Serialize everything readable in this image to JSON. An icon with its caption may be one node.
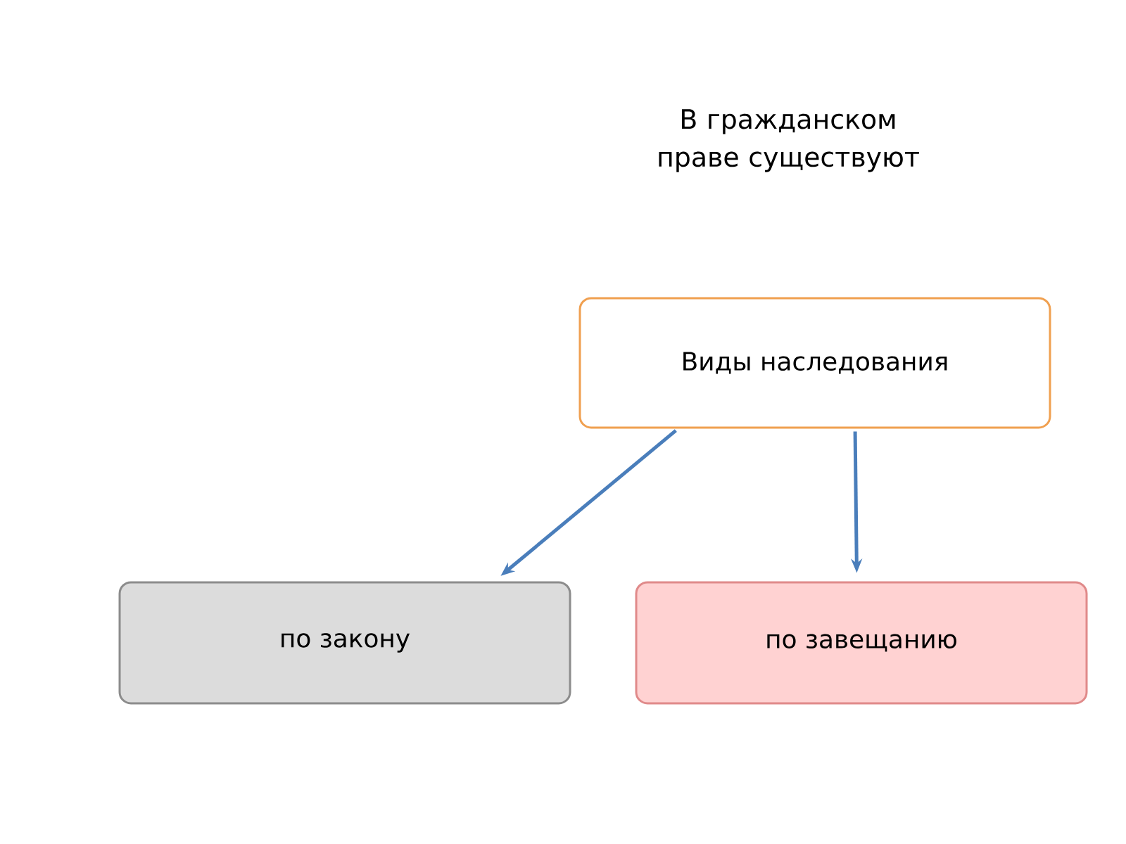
{
  "diagram": {
    "title": "В гражданском праве существуют",
    "nodes": [
      {
        "text": [
          "Виды наследования"
        ]
      },
      {
        "text": [
          "по закону"
        ]
      },
      {
        "text": [
          "по завещанию"
        ]
      }
    ],
    "edges": [
      {
        "from": 0,
        "to": 1,
        "arrow": "to"
      },
      {
        "from": 0,
        "to": 2,
        "arrow": "to"
      }
    ]
  }
}
